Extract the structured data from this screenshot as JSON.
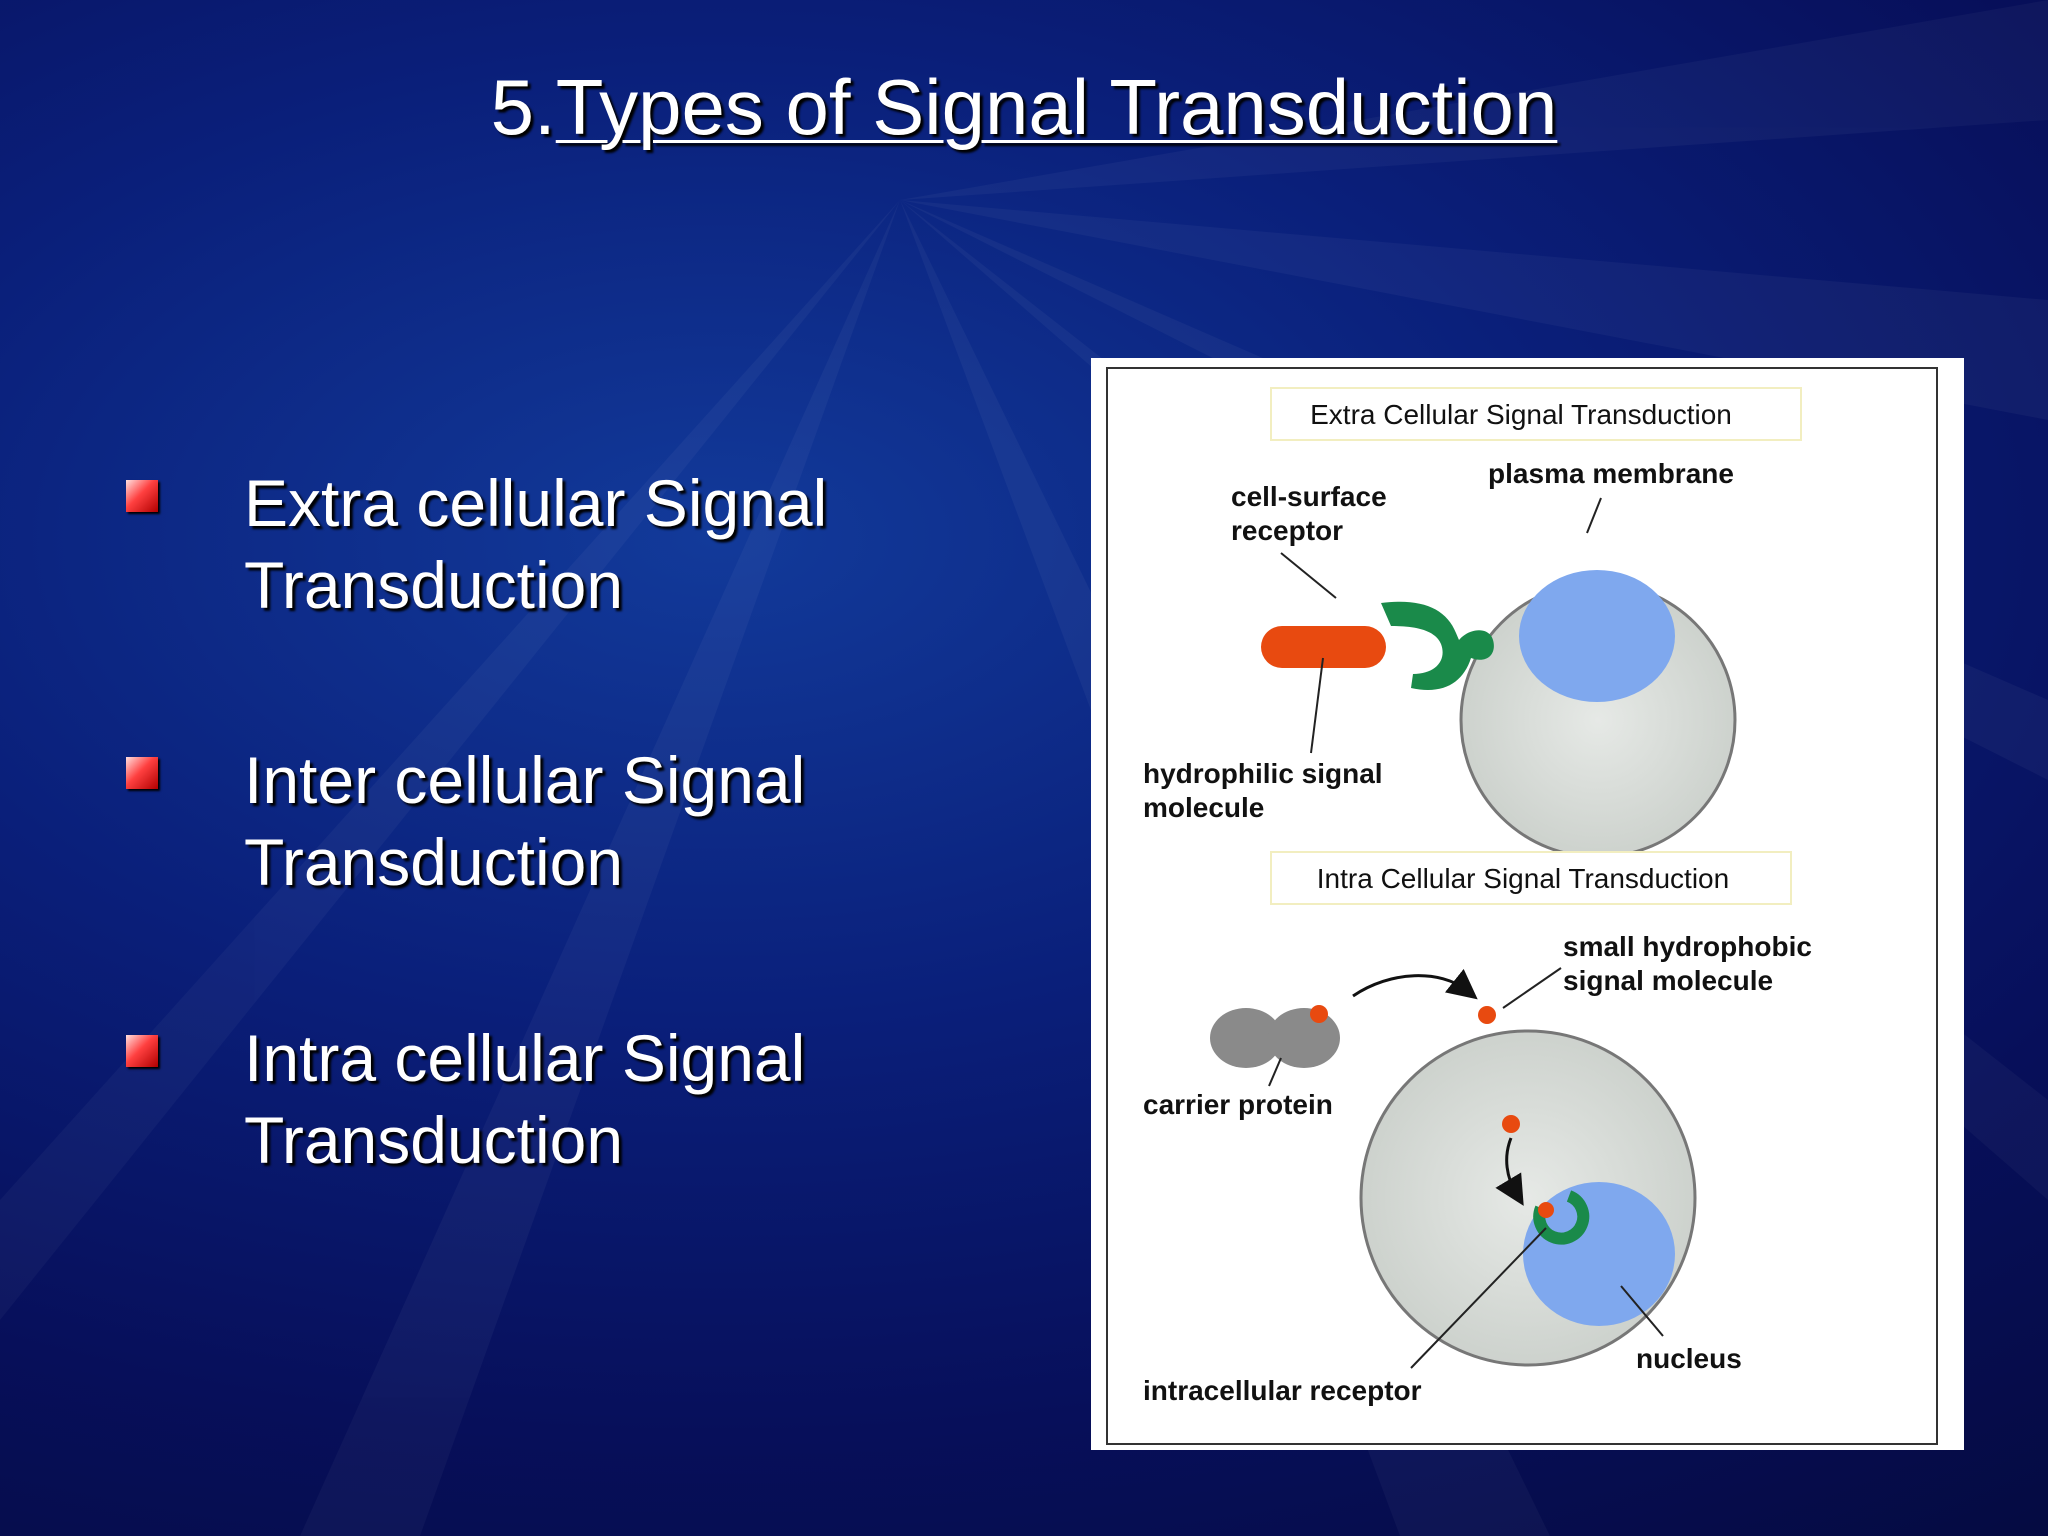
{
  "slide": {
    "title_number": "5.",
    "title_text": "Types of Signal Transduction"
  },
  "bullets": [
    {
      "line1": "Extra cellular Signal",
      "line2": "Transduction"
    },
    {
      "line1": "Inter cellular Signal",
      "line2": "Transduction"
    },
    {
      "line1": "Intra cellular Signal",
      "line2": "Transduction"
    }
  ],
  "figure": {
    "top_caption": "Extra Cellular Signal Transduction",
    "plasma_membrane": "plasma membrane",
    "cell_surface_receptor_1": "cell-surface",
    "cell_surface_receptor_2": "receptor",
    "hydrophilic_1": "hydrophilic signal",
    "hydrophilic_2": "molecule",
    "bottom_caption": "Intra Cellular Signal Transduction",
    "small_hydrophobic_1": "small hydrophobic",
    "small_hydrophobic_2": "signal molecule",
    "carrier_protein": "carrier protein",
    "nucleus": "nucleus",
    "intracellular_receptor": "intracellular receptor"
  },
  "colors": {
    "background": "#0a1f7a",
    "bullet_marker": "#ff4040",
    "signal_molecule": "#e84a10",
    "receptor": "#1a8a4a",
    "cell": "#d8dcd8",
    "nucleus": "#7fa8ee",
    "carrier": "#8a8a8a"
  }
}
